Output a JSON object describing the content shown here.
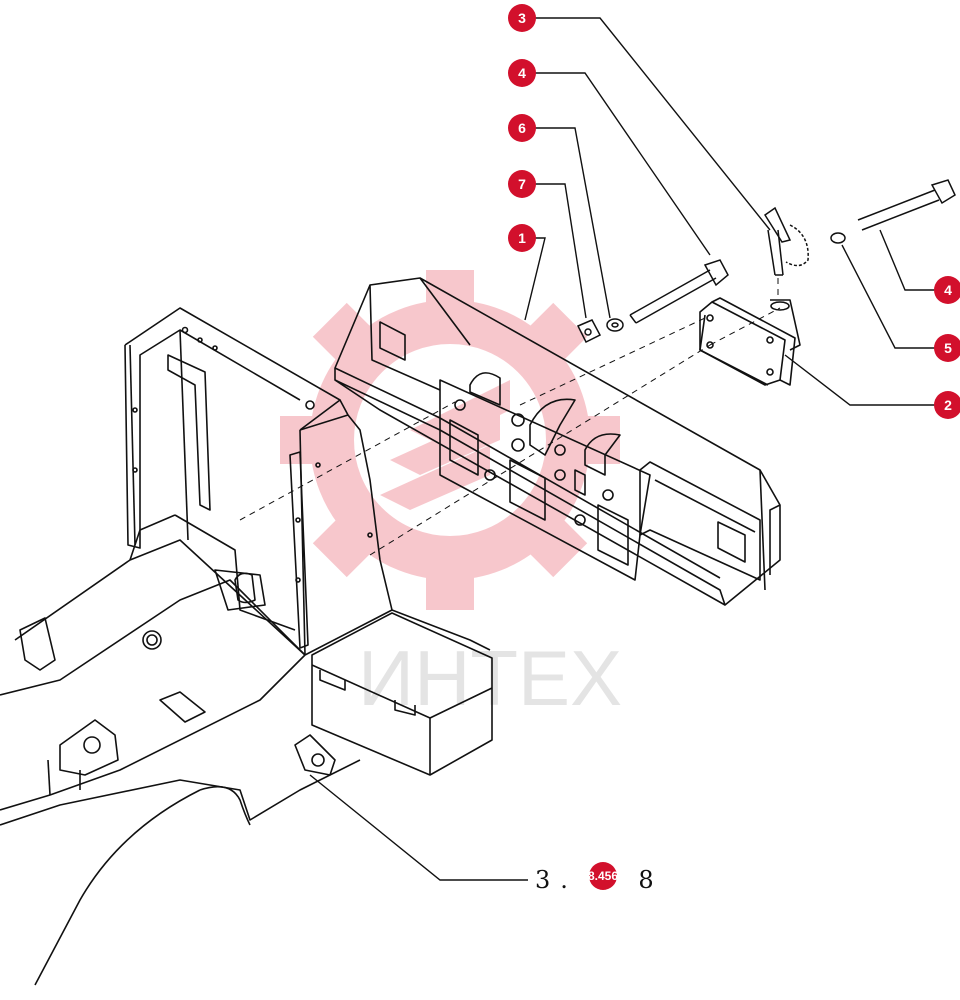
{
  "watermark": {
    "text": "ИНТЕХ",
    "color": "#f2a0a8"
  },
  "callout_color": "#d2102c",
  "callouts": [
    {
      "label": "3"
    },
    {
      "label": "4"
    },
    {
      "label": "6"
    },
    {
      "label": "7"
    },
    {
      "label": "1"
    },
    {
      "label": "4"
    },
    {
      "label": "5"
    },
    {
      "label": "2"
    }
  ],
  "reference": {
    "text": "3.  5 8",
    "badge": "8.456"
  }
}
